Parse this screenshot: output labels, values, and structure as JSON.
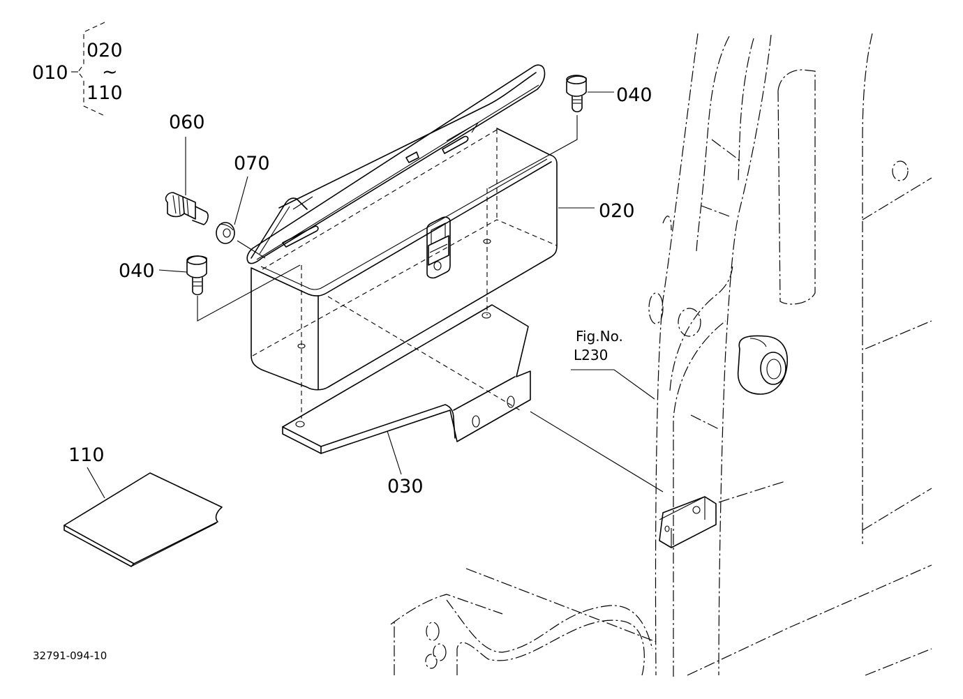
{
  "group": {
    "parent": "010",
    "from": "020",
    "range_mark": "~",
    "to": "110"
  },
  "callouts": {
    "c060": "060",
    "c070": "070",
    "c040_top": "040",
    "c040_left": "040",
    "c020": "020",
    "c030": "030",
    "c110": "110"
  },
  "figref": {
    "line1": "Fig.No.",
    "line2": "L230"
  },
  "drawing_number": "32791-094-10"
}
